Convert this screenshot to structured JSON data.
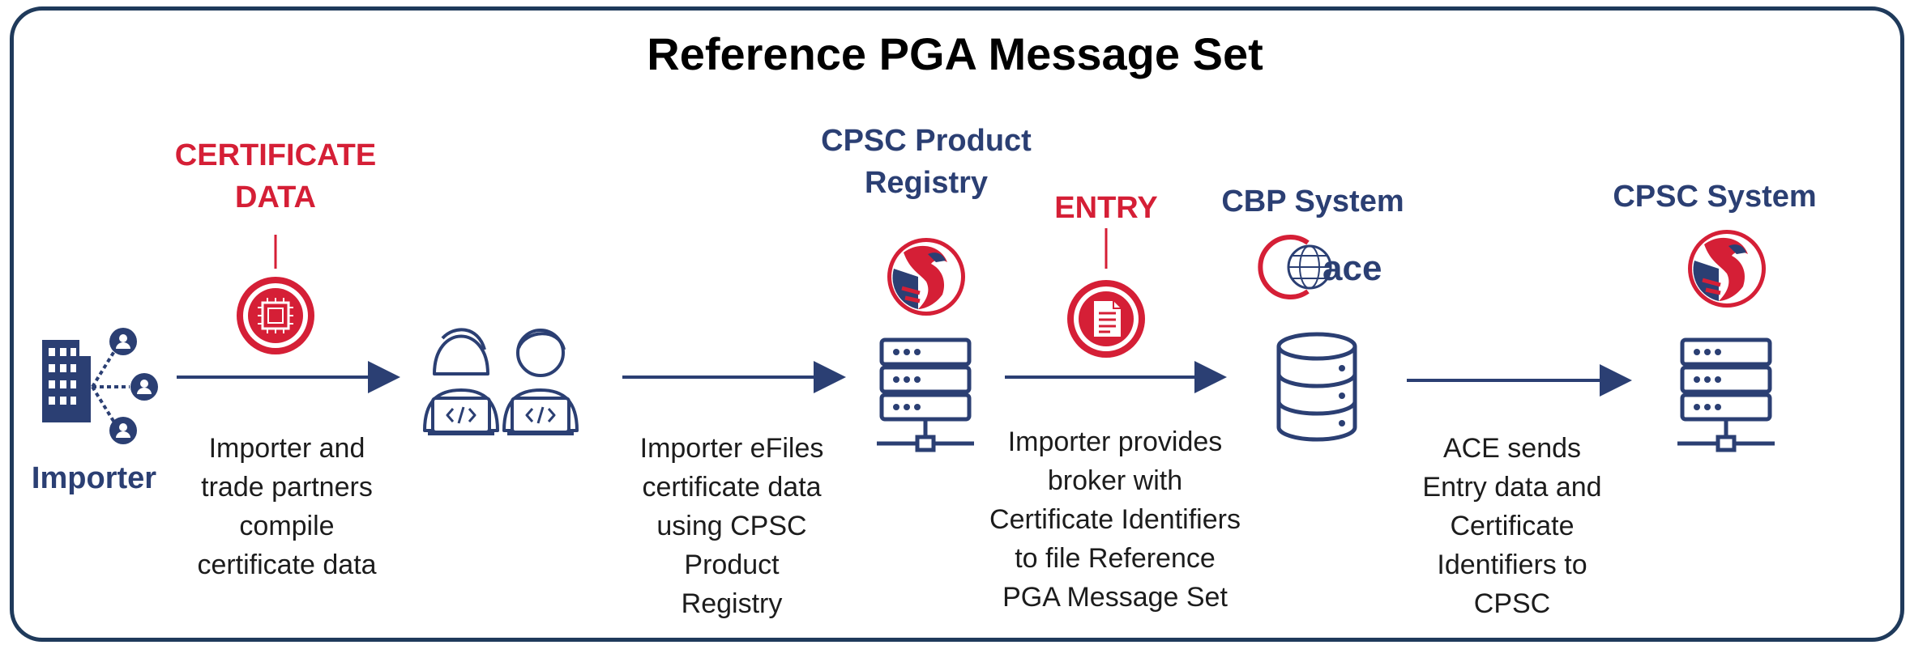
{
  "title": "Reference PGA Message Set",
  "colors": {
    "navy": "#2b3f73",
    "red": "#d51f36",
    "frame": "#1f3a5b",
    "arrow": "#2b3f73"
  },
  "nodes": {
    "importer": {
      "label": "Importer",
      "icon": "organization-network-icon"
    },
    "partners": {
      "icon": "developers-at-laptops-icon"
    },
    "product_registry": {
      "label_lines": [
        "CPSC Product",
        "Registry"
      ],
      "icon": "server-icon",
      "logo": "cpsc-eagle-logo"
    },
    "cbp_system": {
      "label": "CBP System",
      "icon": "database-icon",
      "logo": "ace-logo",
      "logo_text": "ace"
    },
    "cpsc_system": {
      "label": "CPSC System",
      "icon": "server-icon",
      "logo": "cpsc-eagle-logo"
    }
  },
  "artifacts": {
    "certificate": {
      "label_lines": [
        "CERTIFICATE",
        "DATA"
      ],
      "icon": "chip-icon"
    },
    "entry": {
      "label": "ENTRY",
      "icon": "document-icon"
    }
  },
  "steps": [
    {
      "lines": [
        "Importer and",
        "trade partners",
        "compile",
        "certificate data"
      ]
    },
    {
      "lines": [
        "Importer eFiles",
        "certificate data",
        "using CPSC",
        "Product",
        "Registry"
      ]
    },
    {
      "lines": [
        "Importer provides",
        "broker with",
        "Certificate Identifiers",
        "to file Reference",
        "PGA Message Set"
      ]
    },
    {
      "lines": [
        "ACE sends",
        "Entry data and",
        "Certificate",
        "Identifiers to",
        "CPSC"
      ]
    }
  ]
}
